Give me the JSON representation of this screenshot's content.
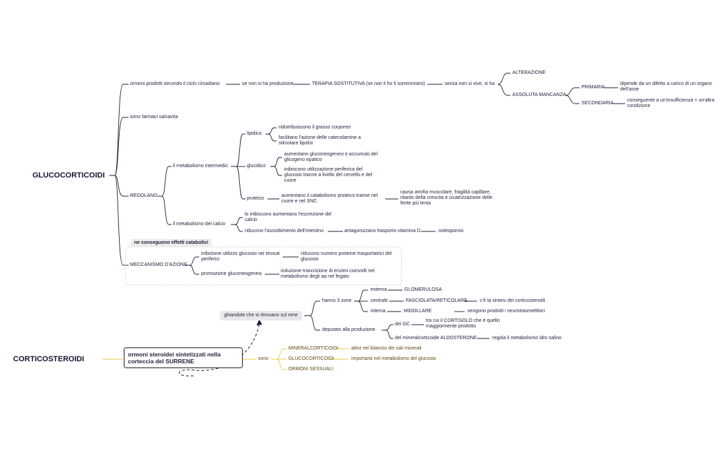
{
  "gluco": {
    "title": "GLUCOCORTICOIDI",
    "b1": {
      "label": "ormoni prodotti secondo il ciclo circadiano",
      "next": "se non si ha produzione",
      "terapia": "TERAPIA SOSTITUTIVA (se non li ho li somministro)",
      "senza": "senza non si vive, si ha",
      "alterazione": "ALTERAZIONE",
      "assoluta": "ASSOLUTA MANCANZA",
      "primaria": "PRIMARIA",
      "primaria_desc": "dipende da un difetto a carico di un organo dell'asse",
      "secondaria": "SECONDARIA",
      "secondaria_desc": "conseguente a un'insufficienza + un'altra condizione"
    },
    "b2": {
      "label": "sono farmaci salvavita"
    },
    "regolano": {
      "label": "REGOLANO",
      "intermedio": "il metabolismo intermedio",
      "lipidico": "lipidico",
      "lip1": "ridistribuiscono il grasso corporeo",
      "lip2": "facilitano l'azione delle catecolamine a stimolare lipolisi",
      "glucidico": "glucidico",
      "glu1": "aumentano gluconeogenesi e accumulo del glicogeno epatico",
      "glu2": "inibiscono utilizzazione periferica del glucosio tranne a livello del cervello e del cuore",
      "proteico": "proteico",
      "pro1": "aumentano il catabolismo proteico tranne nel cuore e nel SNC",
      "pro2": "causa atrofia muscolare, fragilità capillare, ritardo della crescita e cicatrizzazione delle ferite più lenta",
      "calcio": "il metabolismo del calcio",
      "cal1": "lo inibiscono aumentano l'escrezione del calcio",
      "cal2": "riducono l'assorbimento dell'intestino",
      "cal3": "antagonizzano trasporto vitamina D",
      "cal4": "osteoporosi"
    },
    "catabolici": "ne conseguono effetti catabolici",
    "meccanismo": {
      "label": "MECCANISMO D'AZIONE",
      "m1": "inibizione utilizzo glucosio nei tessuti periferici",
      "m1b": "riducono numero proteine trasportatrici del glucosio",
      "m2": "promozione gluconeogenesi",
      "m2b": "induzione trascrizione di enzimi coinvolti nel metabolismo degli aa nel fegato"
    }
  },
  "cortico": {
    "title": "CORTICOSTEROIDI",
    "box": "ormoni steroidei sintetizzati nella corteccia del SURRENE",
    "ghiandole": "ghiandole che si ritrovano sul rene",
    "hanno3": "hanno 3 zone",
    "esterna": "esterna",
    "glomerulosa": "GLOMERULOSA",
    "centrale": "centrale",
    "fascicolata": "FASCIOLATA/RETICOLARE",
    "fascicolata_desc": "c'è la sintesi dei corticosteroidi",
    "interna": "interna",
    "midollare": "MIDOLLARE",
    "midollare_desc": "vengono prodotti i neurotrasmettitori",
    "deputato": "deputato alla produzione",
    "dei_gc": "dei GC",
    "gc_desc": "tra cui il CORTISOLO che è quello maggiormente prodotto",
    "aldosterone": "del mineralcorticoide ALDOSTERONE",
    "aldo_desc": "regola il metabolismo idro salino",
    "sono": "sono",
    "mineral": "MINERALCORTICOIDI",
    "mineral_desc": "attivi nel bilancio dei sali minerali",
    "gluco": "GLUCOCORTICOIDI",
    "gluco_desc": "importanti nel metabolismo del glucosio",
    "sessuali": "ORMONI SESSUALI"
  },
  "colors": {
    "line": "#1f1f3a",
    "accent": "#e8c84a",
    "tag_bg": "#ececec"
  }
}
